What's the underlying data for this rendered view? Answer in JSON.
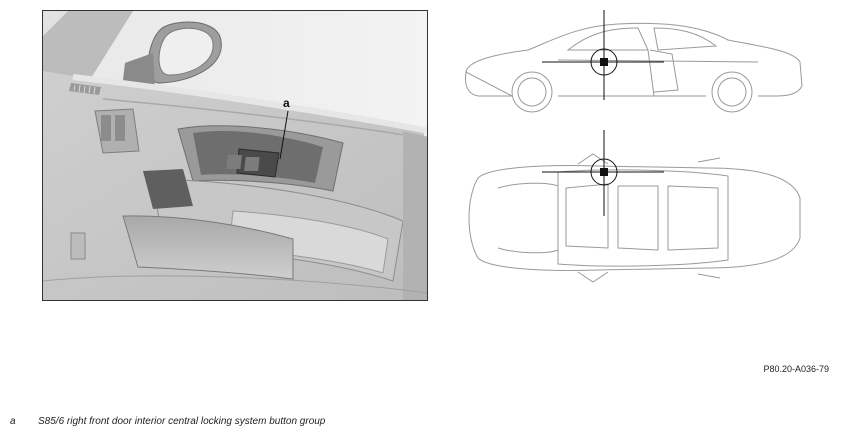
{
  "figure": {
    "callout_label": "a",
    "figure_code": "P80.20-A036-79"
  },
  "legend": [
    {
      "key": "a",
      "text": "S85/6 right front door interior central locking system button group"
    }
  ],
  "colors": {
    "frame": "#333333",
    "line": "#9a9a9a",
    "marker": "#111111"
  }
}
